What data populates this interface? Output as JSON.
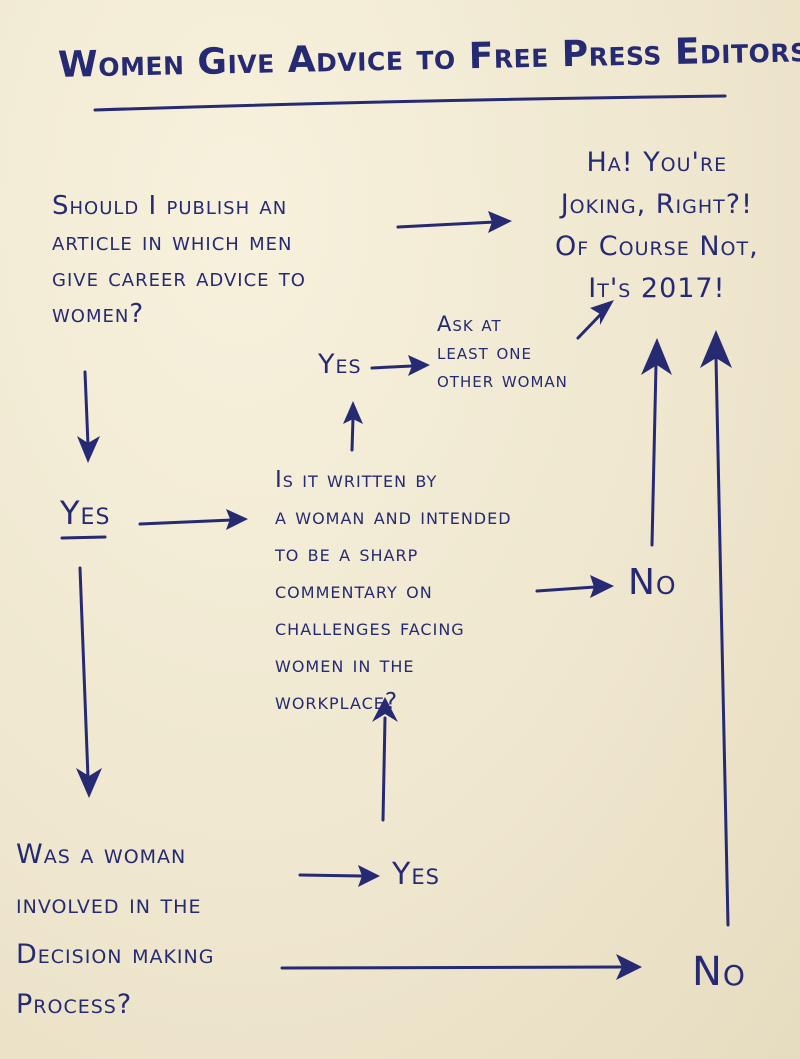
{
  "title": "Women Give Advice to Free Press Editors",
  "question_1": {
    "lines": [
      "Should I publish an",
      "article in which men",
      "give career advice to",
      "women?"
    ]
  },
  "answer_box": {
    "lines": [
      "Ha! You're",
      "Joking, Right?!",
      "Of Course Not,",
      "It's 2017!"
    ]
  },
  "branch_1": {
    "label": "Yes"
  },
  "question_2": {
    "lines": [
      "Is it written by",
      "a woman and intended",
      "to be a sharp",
      "commentary on",
      "challenges facing",
      "women in the",
      "workplace?"
    ],
    "yes_label": "Yes",
    "no_label": "No"
  },
  "ask_note": {
    "lines": [
      "Ask at",
      "least one",
      "other woman"
    ]
  },
  "question_3": {
    "lines": [
      "Was a woman",
      "involved in the",
      "Decision making",
      "Process?"
    ],
    "yes_label": "Yes",
    "no_label": "No"
  },
  "colors": {
    "ink": "#262a72",
    "paper": "#f1ead3"
  }
}
